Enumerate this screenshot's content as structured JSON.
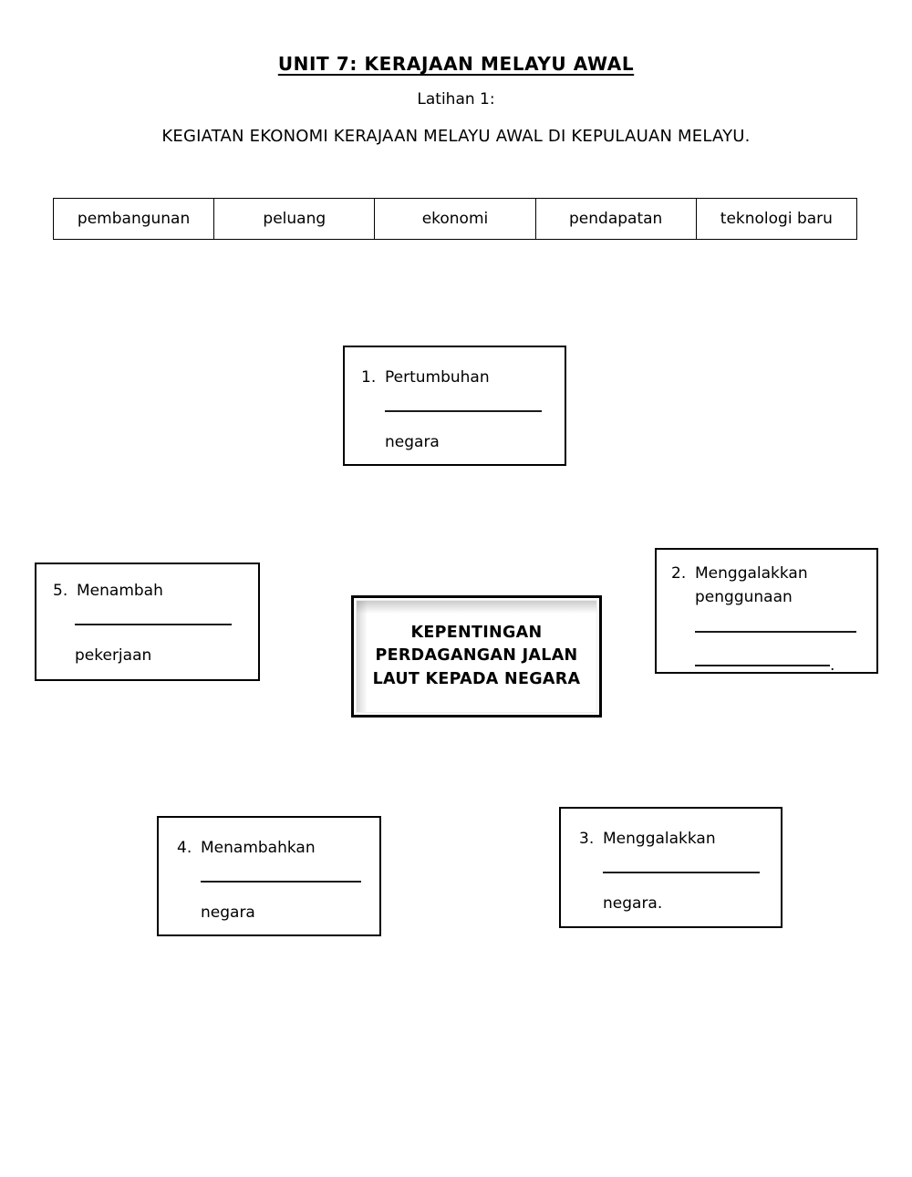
{
  "document": {
    "title": "UNIT 7: KERAJAAN MELAYU AWAL",
    "subtitle": "Latihan 1:",
    "instruction": "KEGIATAN EKONOMI KERAJAAN MELAYU AWAL DI KEPULAUAN MELAYU."
  },
  "word_bank": {
    "words": [
      "pembangunan",
      "peluang",
      "ekonomi",
      "pendapatan",
      "teknologi baru"
    ]
  },
  "center_box": {
    "line1": "KEPENTINGAN",
    "line2": "PERDAGANGAN JALAN",
    "line3": "LAUT KEPADA NEGARA"
  },
  "answer_boxes": [
    {
      "number": "1.",
      "text": "Pertumbuhan",
      "after_blank": "negara",
      "trailing": ""
    },
    {
      "number": "2.",
      "text": "Menggalakkan",
      "text_line2": "penggunaan",
      "after_blank": "",
      "trailing": "."
    },
    {
      "number": "3.",
      "text": "Menggalakkan",
      "after_blank": "negara.",
      "trailing": ""
    },
    {
      "number": "4.",
      "text": "Menambahkan",
      "after_blank": "negara",
      "trailing": ""
    },
    {
      "number": "5.",
      "text": "Menambah",
      "after_blank": "pekerjaan",
      "trailing": ""
    }
  ],
  "colors": {
    "ink": "#000000",
    "paper": "#ffffff"
  }
}
